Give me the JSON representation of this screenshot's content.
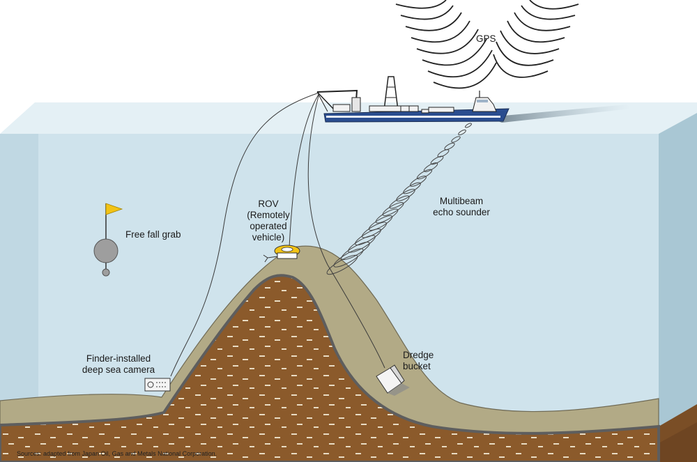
{
  "labels": {
    "gps": "GPS",
    "echo_sounder": [
      "Multibeam",
      "echo sounder"
    ],
    "rov": [
      "ROV",
      "(Remotely",
      "operated",
      "vehicle)"
    ],
    "free_fall_grab": "Free fall grab",
    "deep_sea_camera": [
      "Finder-installed",
      "deep sea camera"
    ],
    "dredge_bucket": [
      "Dredge",
      "bucket"
    ]
  },
  "source": "Sources: adapted from Japan Oil, Gas and Metals National Corporation.",
  "colors": {
    "water": "#cfe3ec",
    "water_side": "#a9c7d4",
    "sediment_surface": "#b2aa86",
    "rock": "#8b5a2b",
    "ship_hull": "#2a4d8f",
    "flag": "#f2c316",
    "rov_body": "#f2c316"
  }
}
